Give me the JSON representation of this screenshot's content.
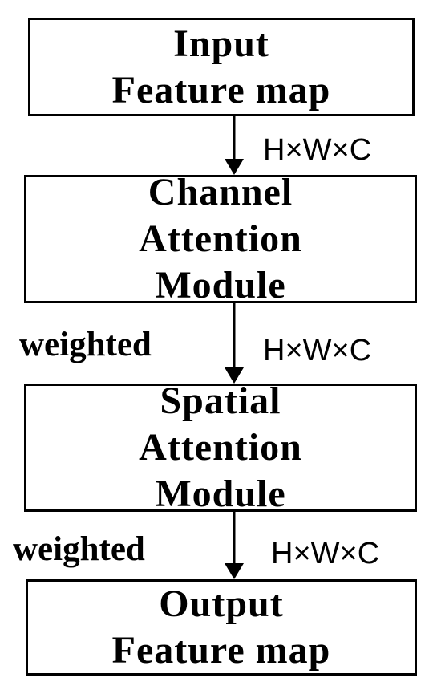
{
  "diagram": {
    "boxes": [
      {
        "lines": [
          "Input",
          "Feature map"
        ]
      },
      {
        "lines": [
          "Channel",
          "Attention",
          "Module"
        ]
      },
      {
        "lines": [
          "Spatial",
          "Attention",
          "Module"
        ]
      },
      {
        "lines": [
          "Output",
          "Feature map"
        ]
      }
    ],
    "edges": [
      {
        "dims": "H×W×C",
        "label": ""
      },
      {
        "dims": "H×W×C",
        "label": "weighted"
      },
      {
        "dims": "H×W×C",
        "label": "weighted"
      }
    ]
  }
}
